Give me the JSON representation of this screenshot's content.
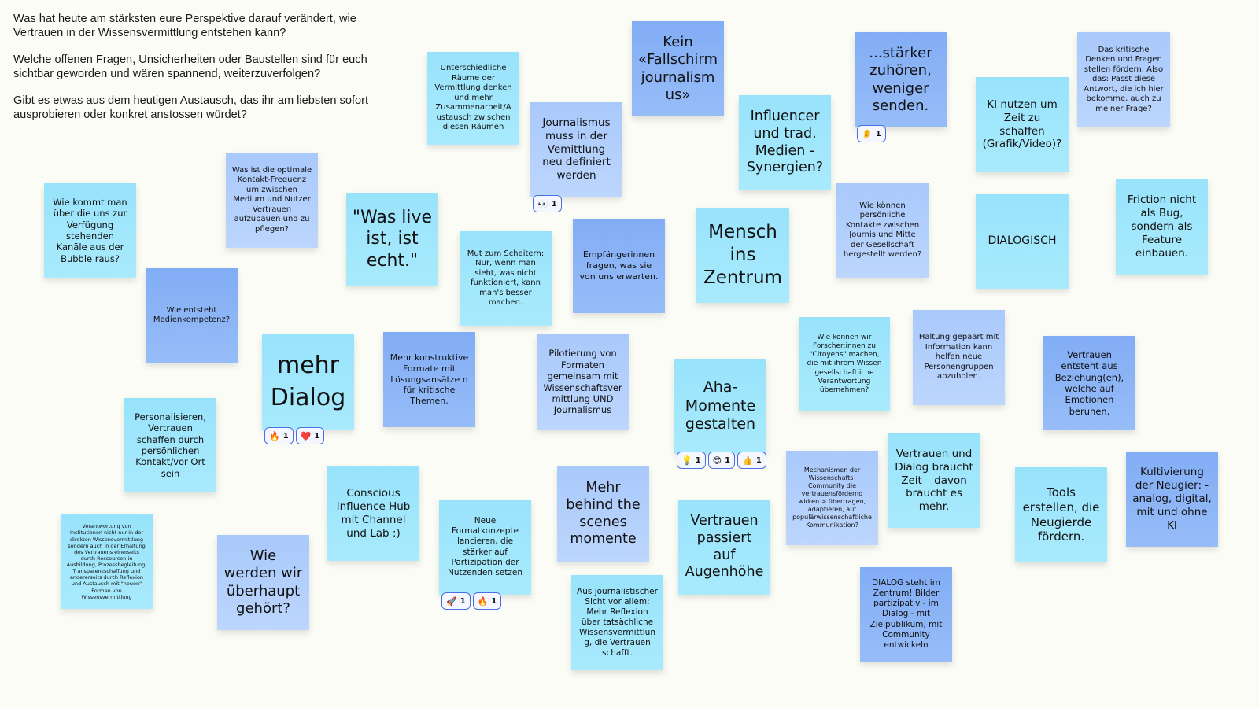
{
  "prompt": {
    "q1": "Was hat heute am stärksten eure Perspektive darauf verändert, wie Vertrauen in der Wissensvermittlung entstehen kann?",
    "q2": "Welche offenen Fragen, Unsicherheiten oder Baustellen sind für euch sichtbar geworden und wären spannend, weiterzuverfolgen?",
    "q3": "Gibt es etwas aus dem heutigen Austausch, das ihr am liebsten sofort ausprobieren oder konkret anstossen würdet?"
  },
  "colors": {
    "background": "#fcfcf6",
    "note_cyan": "#9fe6fc",
    "note_light_blue": "#b3d0fc",
    "note_blue": "#8cb5f6",
    "reaction_border": "#4a6fe3"
  },
  "notes": [
    {
      "text": "Unterschiedliche Räume der Vermittlung denken und mehr Zusammenarbeit/A ustausch zwischen diesen Räumen"
    },
    {
      "text": "Journalismus muss in der Vemittlung neu definiert werden"
    },
    {
      "text": "Kein «Fallschirm journalism us»"
    },
    {
      "text": "Influencer und trad. Medien - Synergien?"
    },
    {
      "text": "...stärker zuhören, weniger senden."
    },
    {
      "text": "KI nutzen um Zeit zu schaffen (Grafik/Video)?"
    },
    {
      "text": "Das kritische Denken und Fragen stellen fördern. Also das: Passt diese Antwort, die ich hier bekomme, auch zu meiner Frage?"
    },
    {
      "text": "Wie kommt man über die uns zur Verfügung stehenden Kanäle aus der Bubble raus?"
    },
    {
      "text": "Was ist die optimale Kontakt-Frequenz um zwischen Medium und Nutzer Vertrauen aufzubauen und zu pflegen?"
    },
    {
      "text": "\"Was live ist, ist echt.\""
    },
    {
      "text": "Mut zum Scheitern: Nur, wenn man sieht, was nicht funktioniert, kann man's besser machen."
    },
    {
      "text": "Empfängerinnen fragen, was sie von uns erwarten."
    },
    {
      "text": "Mensch ins Zentrum"
    },
    {
      "text": "Wie können persönliche Kontakte zwischen Journis und Mitte der Gesellschaft hergestellt werden?"
    },
    {
      "text": "DIALOGISCH"
    },
    {
      "text": "Friction nicht als Bug, sondern als Feature einbauen."
    },
    {
      "text": "Wie entsteht Medienkompetenz?"
    },
    {
      "text": "mehr Dialog"
    },
    {
      "text": "Mehr konstruktive Formate mit Lösungsansätze n für kritische Themen."
    },
    {
      "text": "Pilotierung von Formaten gemeinsam mit Wissenschaftsver mittlung UND Journalismus"
    },
    {
      "text": "Aha-Momente gestalten"
    },
    {
      "text": "Wie können wir Forscher:innen zu \"Citoyens\" machen, die mit ihrem Wissen gesellschaftliche Verantwortung übernehmen?"
    },
    {
      "text": "Haltung gepaart mit Information kann helfen neue Personengruppen abzuholen."
    },
    {
      "text": "Vertrauen entsteht aus Beziehung(en), welche auf Emotionen beruhen."
    },
    {
      "text": "Personalisieren, Vertrauen schaffen durch persönlichen Kontakt/vor Ort sein"
    },
    {
      "text": "Conscious Influence Hub mit Channel und Lab :)"
    },
    {
      "text": "Neue Formatkonzepte lancieren, die stärker auf Partizipation der Nutzenden setzen"
    },
    {
      "text": "Mehr behind the scenes momente"
    },
    {
      "text": "Vertrauen passiert auf Augenhöhe"
    },
    {
      "text": "Mechanismen der Wissenschafts-Community die vertrauensfördernd wirken > übertragen, adaptieren, auf populärwissenschaftliche Kommunikation?"
    },
    {
      "text": "Vertrauen und Dialog braucht Zeit – davon braucht es mehr."
    },
    {
      "text": "Tools erstellen, die Neugierde fördern."
    },
    {
      "text": "Kultivierung der Neugier: - analog, digital, mit und ohne KI"
    },
    {
      "text": "Verantwortung von Institutionen nicht nur in der direkten Wissensvermittlung sondern auch in der Erhaltung des Vertrauens einerseits durch Ressourcen in Ausbildung, Prozessbegleitung, Transparenzschaffung und andererseits durch Reflexion und Austausch mit \"neuen\" Formen von Wissensvermittlung"
    },
    {
      "text": "Wie werden wir überhaupt gehört?"
    },
    {
      "text": "Aus journalistischer Sicht vor allem: Mehr Reflexion über tatsächliche Wissensvermittlung, die Vertrauen schafft."
    },
    {
      "text": "DIALOG steht im Zentrum! Bilder partizipativ - im Dialog - mit Zielpublikum, mit Community entwickeln"
    }
  ],
  "reactions": {
    "journalismus": [
      {
        "icon": "eyes-icon",
        "emoji": "👀",
        "count": "1"
      }
    ],
    "zuhoeren": [
      {
        "icon": "ear-icon",
        "emoji": "👂",
        "count": "1"
      }
    ],
    "mehr_dialog": [
      {
        "icon": "fire-icon",
        "emoji": "🔥",
        "count": "1"
      },
      {
        "icon": "heart-icon",
        "emoji": "❤️",
        "count": "1"
      }
    ],
    "aha": [
      {
        "icon": "lightbulb-icon",
        "emoji": "💡",
        "count": "1"
      },
      {
        "icon": "sunglasses-face-icon",
        "emoji": "😎",
        "count": "1"
      },
      {
        "icon": "thumbs-up-icon",
        "emoji": "👍",
        "count": "1"
      }
    ],
    "formatkonzepte": [
      {
        "icon": "rocket-icon",
        "emoji": "🚀",
        "count": "1"
      },
      {
        "icon": "fire-icon",
        "emoji": "🔥",
        "count": "1"
      }
    ]
  }
}
